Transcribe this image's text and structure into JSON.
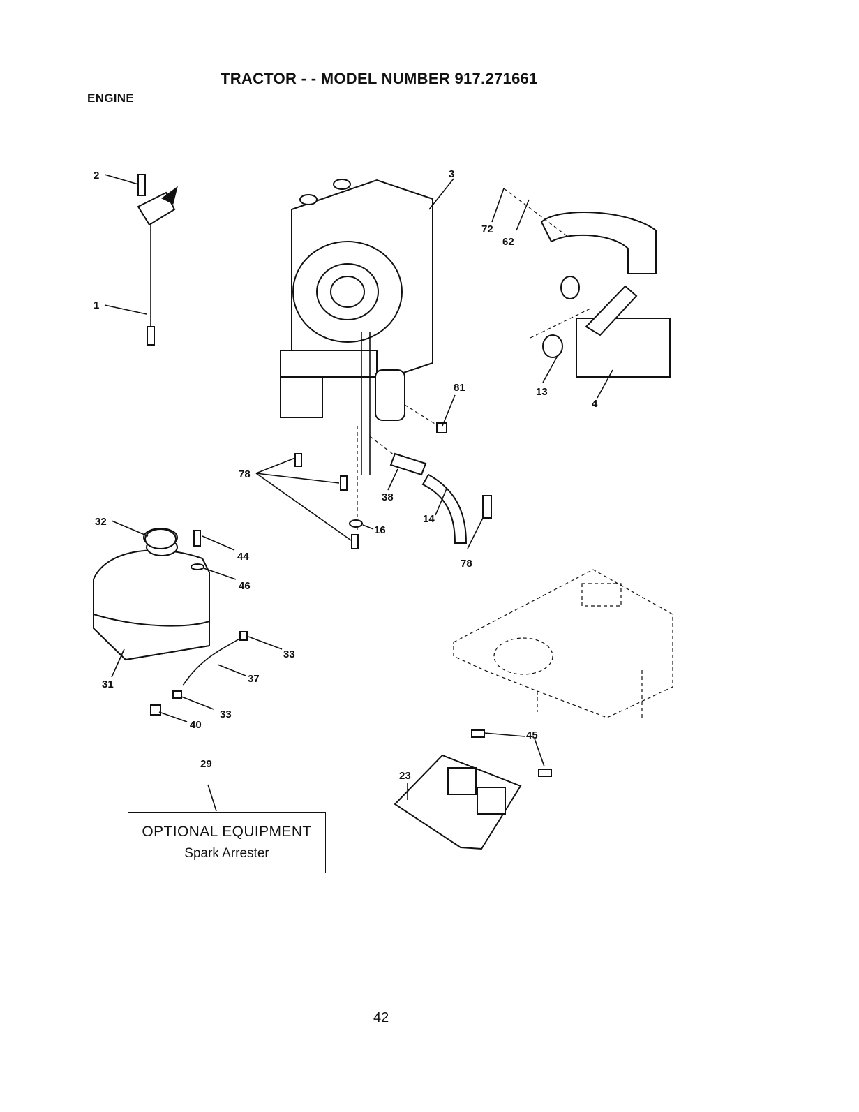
{
  "header": {
    "title": "TRACTOR - - MODEL NUMBER 917.271661",
    "section": "ENGINE"
  },
  "parts": {
    "p1": "1",
    "p2": "2",
    "p3": "3",
    "p4": "4",
    "p13": "13",
    "p14": "14",
    "p16": "16",
    "p23": "23",
    "p29": "29",
    "p31": "31",
    "p32": "32",
    "p33": "33",
    "p37": "37",
    "p38": "38",
    "p40": "40",
    "p44": "44",
    "p45": "45",
    "p46": "46",
    "p62": "62",
    "p72": "72",
    "p78": "78",
    "p81": "81"
  },
  "optional_equipment": {
    "title": "OPTIONAL EQUIPMENT",
    "item": "Spark Arrester"
  },
  "footer": {
    "page_number": "42"
  }
}
